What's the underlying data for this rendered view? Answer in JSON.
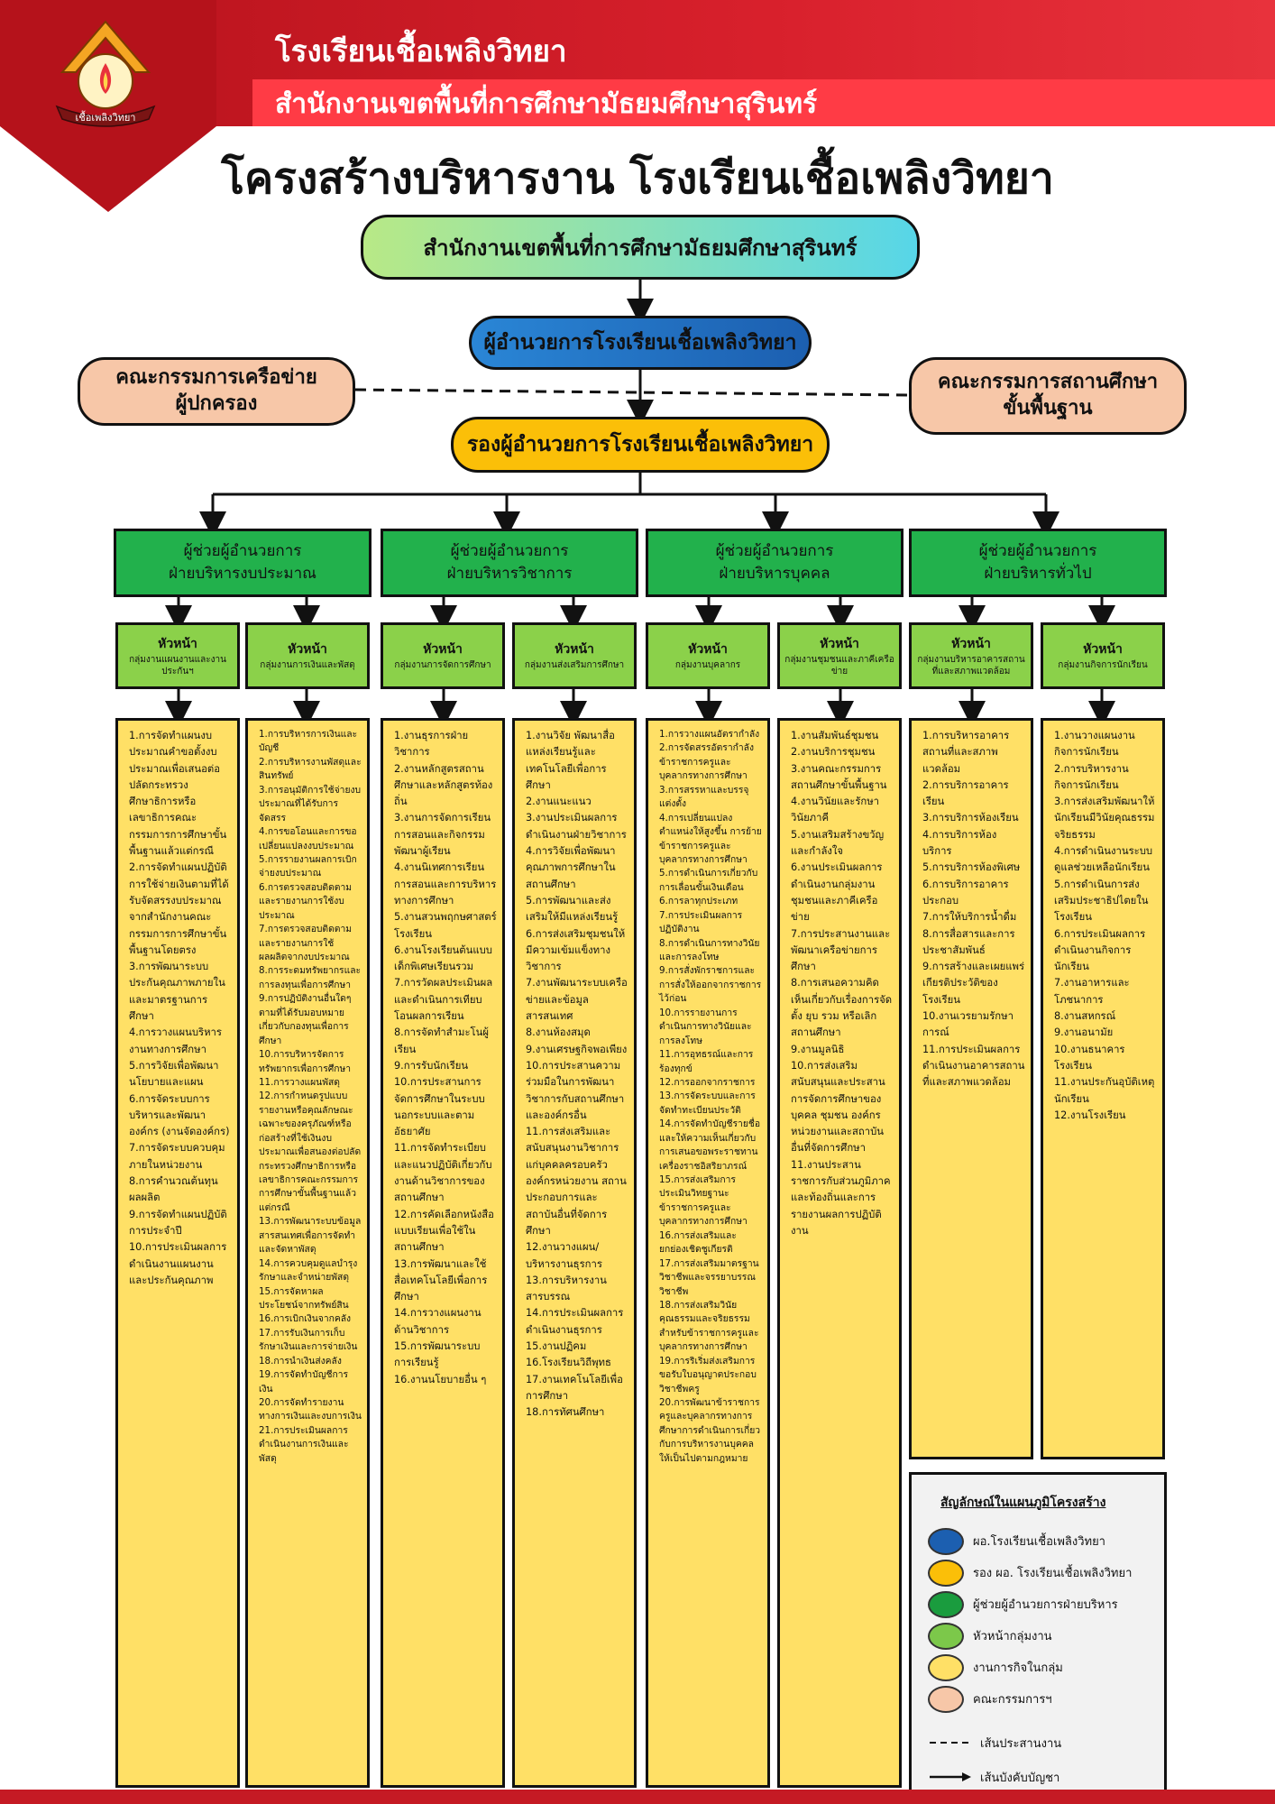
{
  "header": {
    "school_name": "โรงเรียนเชื้อเพลิงวิทยา",
    "office_name": "สำนักงานเขตพื้นที่การศึกษามัธยมศึกษาสุรินทร์",
    "logo_text": "เชื้อเพลิงวิทยา",
    "brand_red": "#c51a24"
  },
  "main_title": "โครงสร้างบริหารงาน โรงเรียนเชื้อเพลิงวิทยา",
  "top": {
    "office": "สำนักงานเขตพื้นที่การศึกษามัธยมศึกษาสุรินทร์",
    "director": "ผู้อำนวยการโรงเรียนเชื้อเพลิงวิทยา",
    "deputy": "รองผู้อำนวยการโรงเรียนเชื้อเพลิงวิทยา",
    "left_committee": "คณะกรรมการเครือข่าย\nผู้ปกครอง",
    "right_committee": "คณะกรรมการสถานศึกษา\nขั้นพื้นฐาน"
  },
  "divisions": [
    {
      "l1": "ผู้ช่วยผู้อำนวยการ",
      "l2": "ฝ่ายบริหารงบประมาณ"
    },
    {
      "l1": "ผู้ช่วยผู้อำนวยการ",
      "l2": "ฝ่ายบริหารวิชาการ"
    },
    {
      "l1": "ผู้ช่วยผู้อำนวยการ",
      "l2": "ฝ่ายบริหารบุคคล"
    },
    {
      "l1": "ผู้ช่วยผู้อำนวยการ",
      "l2": "ฝ่ายบริหารทั่วไป"
    }
  ],
  "heads": [
    {
      "title": "หัวหน้า",
      "group": "กลุ่มงานแผนงานและงานประกันฯ"
    },
    {
      "title": "หัวหน้า",
      "group": "กลุ่มงานการเงินและพัสดุ"
    },
    {
      "title": "หัวหน้า",
      "group": "กลุ่มงานการจัดการศึกษา"
    },
    {
      "title": "หัวหน้า",
      "group": "กลุ่มงานส่งเสริมการศึกษา"
    },
    {
      "title": "หัวหน้า",
      "group": "กลุ่มงานบุคลากร"
    },
    {
      "title": "หัวหน้า",
      "group": "กลุ่มงานชุมชนและภาคีเครือข่าย"
    },
    {
      "title": "หัวหน้า",
      "group": "กลุ่มงานบริหารอาคารสถานที่และสภาพแวดล้อม"
    },
    {
      "title": "หัวหน้า",
      "group": "กลุ่มงานกิจการนักเรียน"
    }
  ],
  "tasks": [
    "1.การจัดทำแผนงบประมาณคำขอตั้งงบประมาณเพื่อเสนอต่อปลัดกระทรวงศึกษาธิการหรือเลขาธิการคณะกรรมการการศึกษาขั้นพื้นฐานแล้วแต่กรณี\n2.การจัดทำแผนปฏิบัติการใช้จ่ายเงินตามที่ได้รับจัดสรรงบประมาณจากสำนักงานคณะกรรมการการศึกษาขั้นพื้นฐานโดยตรง\n3.การพัฒนาระบบประกันคุณภาพภายในและมาตรฐานการศึกษา\n4.การวางแผนบริหารงานทางการศึกษา\n5.การวิจัยเพื่อพัฒนานโยบายและแผน\n6.การจัดระบบการบริหารและพัฒนาองค์กร (งานจัดองค์กร)\n7.การจัดระบบควบคุมภายในหน่วยงาน\n8.การคำนวณต้นทุนผลผลิต\n9.การจัดทำแผนปฏิบัติการประจำปี\n10.การประเมินผลการดำเนินงานแผนงานและประกันคุณภาพ",
    "1.การบริหารการเงินและบัญชี\n2.การบริหารงานพัสดุและสินทรัพย์\n3.การอนุมัติการใช้จ่ายงบประมาณที่ได้รับการจัดสรร\n4.การขอโอนและการขอเปลี่ยนแปลงงบประมาณ\n5.การรายงานผลการเบิกจ่ายงบประมาณ\n6.การตรวจสอบติดตามและรายงานการใช้งบประมาณ\n7.การตรวจสอบติดตามและรายงานการใช้ผลผลิตจากงบประมาณ\n8.การระดมทรัพยากรและการลงทุนเพื่อการศึกษา\n9.การปฏิบัติงานอื่นใดๆ ตามที่ได้รับมอบหมายเกี่ยวกับกองทุนเพื่อการศึกษา\n10.การบริหารจัดการทรัพยากรเพื่อการศึกษา\n11.การวางแผนพัสดุ\n12.การกำหนดรูปแบบรายงานหรือคุณลักษณะเฉพาะของครุภัณฑ์หรือก่อสร้างที่ใช้เงินงบประมาณเพื่อสนองต่อปลัดกระทรวงศึกษาธิการหรือเลขาธิการคณะกรรมการการศึกษาขั้นพื้นฐานแล้วแต่กรณี\n13.การพัฒนาระบบข้อมูลสารสนเทศเพื่อการจัดทำและจัดหาพัสดุ\n14.การควบคุมดูแลบำรุงรักษาและจำหน่ายพัสดุ\n15.การจัดหาผลประโยชน์จากทรัพย์สิน\n16.การเบิกเงินจากคลัง\n17.การรับเงินการเก็บรักษาเงินและการจ่ายเงิน\n18.การนำเงินส่งคลัง\n19.การจัดทำบัญชีการเงิน\n20.การจัดทำรายงานทางการเงินและงบการเงิน\n21.การประเมินผลการดำเนินงานการเงินและพัสดุ",
    "1.งานธุรการฝ่ายวิชาการ\n2.งานหลักสูตรสถานศึกษาและหลักสูตรท้องถิ่น\n3.งานการจัดการเรียนการสอนและกิจกรรมพัฒนาผู้เรียน\n4.งานนิเทศการเรียนการสอนและการบริหารทางการศึกษา\n5.งานสวนพฤกษศาสตร์โรงเรียน\n6.งานโรงเรียนต้นแบบเด็กพิเศษเรียนรวม\n7.การวัดผลประเมินผลและดำเนินการเทียบโอนผลการเรียน\n8.การจัดทำสำมะโนผู้เรียน\n9.การรับนักเรียน\n10.การประสานการจัดการศึกษาในระบบนอกระบบและตามอัธยาศัย\n11.การจัดทำระเบียบและแนวปฏิบัติเกี่ยวกับงานด้านวิชาการของสถานศึกษา\n12.การคัดเลือกหนังสือแบบเรียนเพื่อใช้ในสถานศึกษา\n13.การพัฒนาและใช้สื่อเทคโนโลยีเพื่อการศึกษา\n14.การวางแผนงานด้านวิชาการ\n15.การพัฒนาระบบการเรียนรู้\n16.งานนโยบายอื่น ๆ",
    "1.งานวิจัย พัฒนาสื่อ แหล่งเรียนรู้และเทคโนโลยีเพื่อการศึกษา\n2.งานแนะแนว\n3.งานประเมินผลการดำเนินงานฝ่ายวิชาการ\n4.การวิจัยเพื่อพัฒนาคุณภาพการศึกษาในสถานศึกษา\n5.การพัฒนาและส่งเสริมให้มีแหล่งเรียนรู้\n6.การส่งเสริมชุมชนให้มีความเข้มแข็งทางวิชาการ\n7.งานพัฒนาระบบเครือข่ายและข้อมูลสารสนเทศ\n8.งานห้องสมุด\n9.งานเศรษฐกิจพอเพียง\n10.การประสานความร่วมมือในการพัฒนาวิชาการกับสถานศึกษาและองค์กรอื่น\n11.การส่งเสริมและสนับสนุนงานวิชาการแก่บุคคลครอบครัว องค์กรหน่วยงาน สถานประกอบการและสถาบันอื่นที่จัดการศึกษา\n12.งานวางแผน/บริหารงานธุรการ\n13.การบริหารงานสารบรรณ\n14.การประเมินผลการดำเนินงานธุรการ\n15.งานปฏิคม\n16.โรงเรียนวิถีพุทธ\n17.งานเทคโนโลยีเพื่อการศึกษา\n18.การทัศนศึกษา",
    "1.การวางแผนอัตรากำลัง\n2.การจัดสรรอัตรากำลังข้าราชการครูและบุคลากรทางการศึกษา\n3.การสรรหาและบรรจุแต่งตั้ง\n4.การเปลี่ยนแปลงตำแหน่งให้สูงขึ้น การย้ายข้าราชการครูและบุคลากรทางการศึกษา\n5.การดำเนินการเกี่ยวกับการเลื่อนขั้นเงินเดือน\n6.การลาทุกประเภท\n7.การประเมินผลการปฏิบัติงาน\n8.การดำเนินการทางวินัยและการลงโทษ\n9.การสั่งพักราชการและการสั่งให้ออกจากราชการไว้ก่อน\n10.การรายงานการดำเนินการทางวินัยและการลงโทษ\n11.การอุทธรณ์และการร้องทุกข์\n12.การออกจากราชการ\n13.การจัดระบบและการจัดทำทะเบียนประวัติ\n14.การจัดทำบัญชีรายชื่อและให้ความเห็นเกี่ยวกับการเสนอขอพระราชทานเครื่องราชอิสริยาภรณ์\n15.การส่งเสริมการประเมินวิทยฐานะข้าราชการครูและบุคลากรทางการศึกษา\n16.การส่งเสริมและยกย่องเชิดชูเกียรติ\n17.การส่งเสริมมาตรฐานวิชาชีพและจรรยาบรรณวิชาชีพ\n18.การส่งเสริมวินัยคุณธรรมและจริยธรรมสำหรับข้าราชการครูและบุคลากรทางการศึกษา\n19.การริเริ่มส่งเสริมการขอรับใบอนุญาตประกอบวิชาชีพครู\n20.การพัฒนาข้าราชการครูและบุคลากรทางการศึกษาการดำเนินการเกี่ยวกับการบริหารงานบุคคลให้เป็นไปตามกฎหมาย",
    "1.งานสัมพันธ์ชุมชน\n2.งานบริการชุมชน\n3.งานคณะกรรมการสถานศึกษาขั้นพื้นฐาน\n4.งานวินัยและรักษาวินัยภาคี\n5.งานเสริมสร้างขวัญและกำลังใจ\n6.งานประเมินผลการดำเนินงานกลุ่มงานชุมชนและภาคีเครือข่าย\n7.การประสานงานและพัฒนาเครือข่ายการศึกษา\n8.การเสนอความคิดเห็นเกี่ยวกับเรื่องการจัดตั้ง ยุบ รวม หรือเลิกสถานศึกษา\n9.งานมูลนิธิ\n10.การส่งเสริมสนับสนุนและประสานการจัดการศึกษาของบุคคล ชุมชน องค์กร หน่วยงานและสถาบันอื่นที่จัดการศึกษา\n11.งานประสานราชการกับส่วนภูมิภาคและท้องถิ่นและการรายงานผลการปฏิบัติงาน",
    "1.การบริหารอาคารสถานที่และสภาพแวดล้อม\n2.การบริการอาคารเรียน\n3.การบริการห้องเรียน\n4.การบริการห้องบริการ\n5.การบริการห้องพิเศษ\n6.การบริการอาคารประกอบ\n7.การให้บริการน้ำดื่ม\n8.การสื่อสารและการประชาสัมพันธ์\n9.การสร้างและเผยแพร่เกียรติประวัติของโรงเรียน\n10.งานเวรยามรักษาการณ์\n11.การประเมินผลการดำเนินงานอาคารสถานที่และสภาพแวดล้อม",
    "1.งานวางแผนงานกิจการนักเรียน\n2.การบริหารงานกิจการนักเรียน\n3.การส่งเสริมพัฒนาให้นักเรียนมีวินัยคุณธรรมจริยธรรม\n4.การดำเนินงานระบบดูแลช่วยเหลือนักเรียน\n5.การดำเนินการส่งเสริมประชาธิปไตยในโรงเรียน\n6.การประเมินผลการดำเนินงานกิจการนักเรียน\n7.งานอาหารและโภชนาการ\n8.งานสหกรณ์\n9.งานอนามัย\n10.งานธนาคารโรงเรียน\n11.งานประกันอุบัติเหตุนักเรียน\n12.งานโรงเรียน"
  ],
  "legend": {
    "title": "สัญลักษณ์ในแผนภูมิโครงสร้าง",
    "items": [
      {
        "label": "ผอ.โรงเรียนเชื้อเพลิงวิทยา",
        "color": "#1c5fb0"
      },
      {
        "label": "รอง ผอ. โรงเรียนเชื้อเพลิงวิทยา",
        "color": "#fbbf08"
      },
      {
        "label": "ผู้ช่วยผู้อำนวยการฝ่ายบริหาร",
        "color": "#1a9c3e"
      },
      {
        "label": "หัวหน้ากลุ่มงาน",
        "color": "#7cc84a"
      },
      {
        "label": "งานการกิจในกลุ่ม",
        "color": "#ffe066"
      },
      {
        "label": "คณะกรรมการฯ",
        "color": "#f7c7a8"
      }
    ],
    "dashed_label": "เส้นประสานงาน",
    "arrow_label": "เส้นบังคับบัญชา"
  }
}
